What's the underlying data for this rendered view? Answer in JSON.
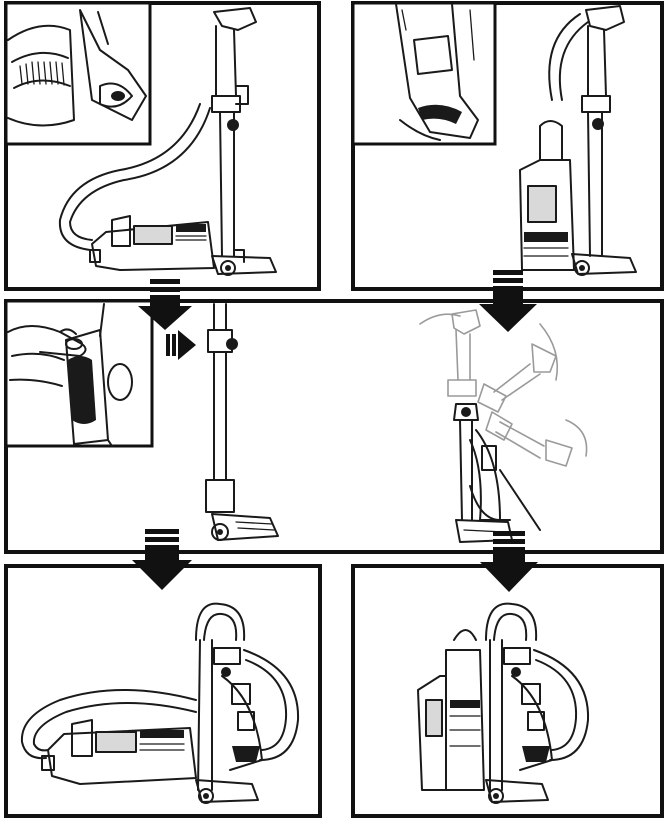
{
  "diagram": {
    "panels": [
      {
        "id": "p1",
        "icon": "vacuum-canister-icon"
      },
      {
        "id": "p2",
        "icon": "vacuum-pod-icon"
      },
      {
        "id": "p3",
        "icon": "vacuum-release-icon"
      },
      {
        "id": "p4",
        "icon": "vacuum-canister-carry-icon"
      },
      {
        "id": "p5",
        "icon": "vacuum-pod-carry-icon"
      }
    ],
    "arrows": [
      "arrow-down-left",
      "arrow-down-right",
      "arrow-right",
      "arrow-down-lower-left",
      "arrow-down-lower-right"
    ],
    "colors": {
      "line": "#1a1a1a",
      "panel_border": "#111111",
      "ghost": "#9a9a9a",
      "background": "#ffffff"
    }
  }
}
